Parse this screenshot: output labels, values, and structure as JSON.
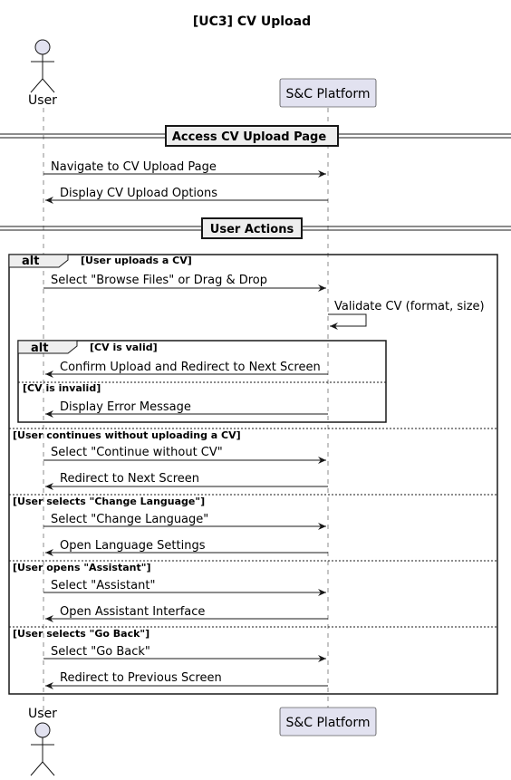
{
  "title": "[UC3] CV Upload",
  "participants": {
    "user": "User",
    "platform": "S&C Platform"
  },
  "dividers": {
    "access": "Access CV Upload Page",
    "actions": "User Actions"
  },
  "messages": {
    "m1": "Navigate to CV Upload Page",
    "m2": "Display CV Upload Options",
    "m3": "Select \"Browse Files\" or Drag & Drop",
    "m4": "Validate CV (format, size)",
    "m5": "Confirm Upload and Redirect to Next Screen",
    "m6": "Display Error Message",
    "m7": "Select \"Continue without CV\"",
    "m8": "Redirect to Next Screen",
    "m9": "Select \"Change Language\"",
    "m10": "Open Language Settings",
    "m11": "Select \"Assistant\"",
    "m12": "Open Assistant Interface",
    "m13": "Select \"Go Back\"",
    "m14": "Redirect to Previous Screen"
  },
  "fragments": {
    "outer_operator": "alt",
    "outer_guard": "[User uploads a CV]",
    "inner_operator": "alt",
    "inner_guard": "[CV is valid]",
    "inner_else": "[CV is invalid]",
    "else_continue": "[User continues without uploading a CV]",
    "else_language": "[User selects \"Change Language\"]",
    "else_assistant": "[User opens \"Assistant\"]",
    "else_back": "[User selects \"Go Back\"]"
  },
  "colors": {
    "participant_fill": "#E2E2F0",
    "divider_fill": "#EEEEEE",
    "line": "#181818"
  }
}
